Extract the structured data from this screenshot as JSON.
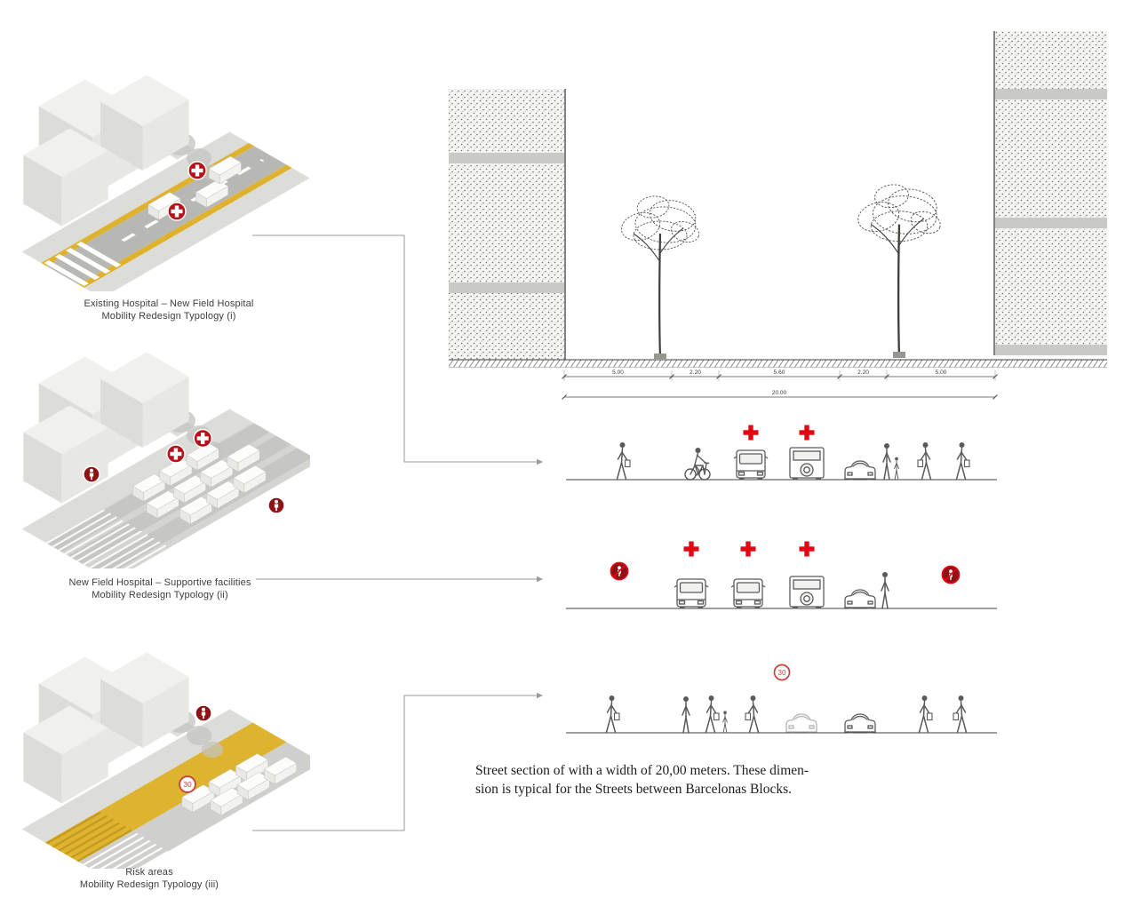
{
  "page": {
    "background": "#ffffff"
  },
  "figures": [
    {
      "caption_line1": "Existing Hospital – New Field Hospital",
      "caption_line2": "Mobility Redesign Typology (i)"
    },
    {
      "caption_line1": "New Field Hospital – Supportive facilities",
      "caption_line2": "Mobility Redesign Typology (ii)"
    },
    {
      "caption_line1": "Risk areas",
      "caption_line2": "Mobility Redesign Typology (iii)"
    }
  ],
  "section": {
    "dim_segments": [
      "5.00",
      "2.20",
      "5.60",
      "2.20",
      "5.00"
    ],
    "dim_total": "20.00"
  },
  "signs": {
    "speed_limit": "30"
  },
  "description": {
    "line1": "Street section of with a width of 20,00 meters. These dimen-",
    "line2": "sion is typical for the Streets between Barcelonas Blocks."
  },
  "colors": {
    "accent_yellow": "#DDB32F",
    "medical_red": "#E30613",
    "badge_red": "#B5121B",
    "badge_maroon": "#8D1216",
    "drawing_gray": "#5A5A5A"
  },
  "icons": {
    "medical_cross": "red-cross",
    "no_pedestrian": "pedestrian-prohibited-sign",
    "pedestrian_badge": "pedestrian-zone-badge",
    "speed_30": "speed-limit-30-sign"
  }
}
